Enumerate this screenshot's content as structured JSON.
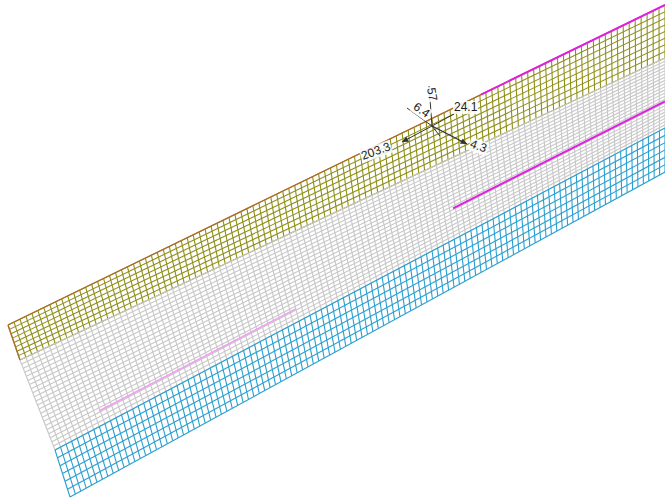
{
  "diagram": {
    "labels": [
      "57",
      "6.4",
      "24.1",
      "203.3",
      "4.3"
    ]
  }
}
